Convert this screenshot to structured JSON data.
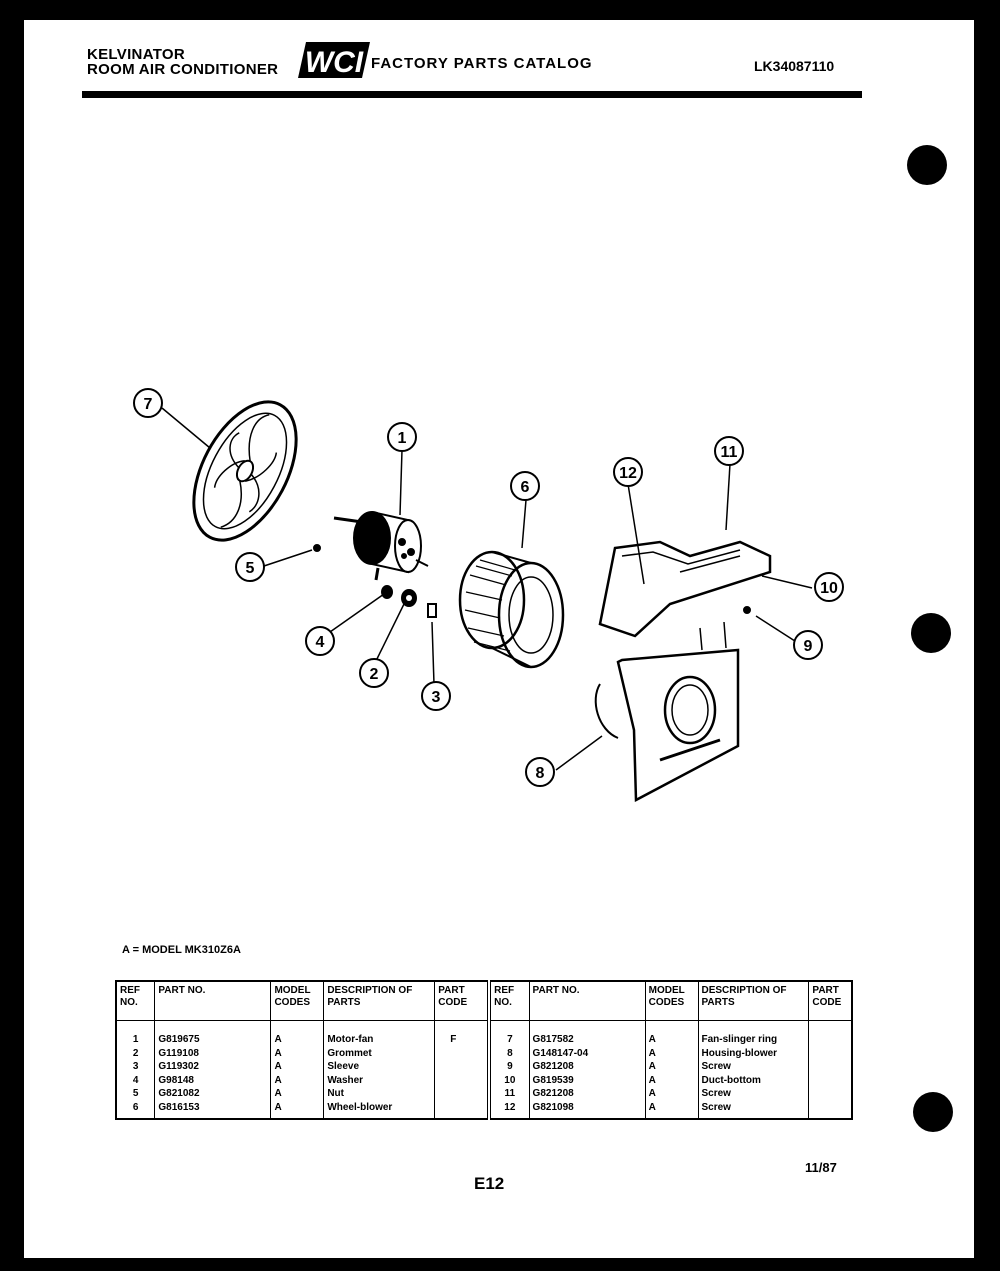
{
  "header": {
    "brand_line1": "KELVINATOR",
    "brand_line2": "ROOM AIR CONDITIONER",
    "logo_text": "WCI",
    "catalog_title": "FACTORY PARTS CATALOG",
    "catalog_number": "LK34087110"
  },
  "diagram": {
    "callouts": [
      "7",
      "1",
      "5",
      "4",
      "2",
      "3",
      "6",
      "12",
      "11",
      "10",
      "9",
      "8"
    ]
  },
  "model_note": "A = MODEL MK310Z6A",
  "table": {
    "headers": {
      "ref_no": "REF NO.",
      "part_no": "PART NO.",
      "model_codes": "MODEL CODES",
      "description": "DESCRIPTION OF PARTS",
      "part_code": "PART CODE"
    },
    "left": {
      "ref": [
        "1",
        "2",
        "3",
        "4",
        "5",
        "6"
      ],
      "part": [
        "G819675",
        "G119108",
        "G119302",
        "G98148",
        "G821082",
        "G816153"
      ],
      "model": [
        "A",
        "A",
        "A",
        "A",
        "A",
        "A"
      ],
      "desc": [
        "Motor-fan",
        "Grommet",
        "Sleeve",
        "Washer",
        "Nut",
        "Wheel-blower"
      ],
      "code": [
        "F",
        "",
        "",
        "",
        "",
        ""
      ]
    },
    "right": {
      "ref": [
        "7",
        "8",
        "9",
        "10",
        "11",
        "12"
      ],
      "part": [
        "G817582",
        "G148147-04",
        "G821208",
        "G819539",
        "G821208",
        "G821098"
      ],
      "model": [
        "A",
        "A",
        "A",
        "A",
        "A",
        "A"
      ],
      "desc": [
        "Fan-slinger ring",
        "Housing-blower",
        "Screw",
        "Duct-bottom",
        "Screw",
        "Screw"
      ],
      "code": [
        "",
        "",
        "",
        "",
        "",
        ""
      ]
    }
  },
  "footer": {
    "page_code": "E12",
    "date": "11/87"
  }
}
